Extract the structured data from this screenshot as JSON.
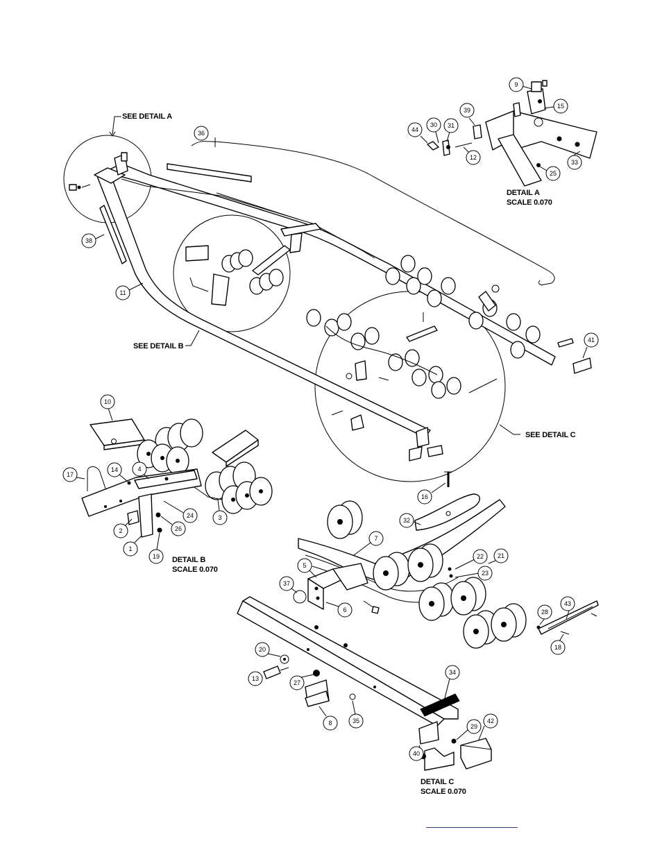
{
  "labels": {
    "see_detail_a": "SEE DETAIL  A",
    "see_detail_b": "SEE DETAIL  B",
    "see_detail_c": "SEE DETAIL  C",
    "detail_a_title": "DETAIL  A",
    "detail_a_scale": "SCALE  0.070",
    "detail_b_title": "DETAIL  B",
    "detail_b_scale": "SCALE  0.070",
    "detail_c_title": "DETAIL  C",
    "detail_c_scale": "SCALE  0.070"
  },
  "callouts": [
    {
      "n": "9"
    },
    {
      "n": "15"
    },
    {
      "n": "39"
    },
    {
      "n": "44"
    },
    {
      "n": "30"
    },
    {
      "n": "31"
    },
    {
      "n": "12"
    },
    {
      "n": "25"
    },
    {
      "n": "33"
    },
    {
      "n": "36"
    },
    {
      "n": "38"
    },
    {
      "n": "11"
    },
    {
      "n": "41"
    },
    {
      "n": "10"
    },
    {
      "n": "17"
    },
    {
      "n": "14"
    },
    {
      "n": "4"
    },
    {
      "n": "24"
    },
    {
      "n": "3"
    },
    {
      "n": "2"
    },
    {
      "n": "26"
    },
    {
      "n": "1"
    },
    {
      "n": "19"
    },
    {
      "n": "16"
    },
    {
      "n": "32"
    },
    {
      "n": "7"
    },
    {
      "n": "22"
    },
    {
      "n": "21"
    },
    {
      "n": "23"
    },
    {
      "n": "5"
    },
    {
      "n": "37"
    },
    {
      "n": "6"
    },
    {
      "n": "28"
    },
    {
      "n": "43"
    },
    {
      "n": "18"
    },
    {
      "n": "20"
    },
    {
      "n": "13"
    },
    {
      "n": "27"
    },
    {
      "n": "34"
    },
    {
      "n": "8"
    },
    {
      "n": "35"
    },
    {
      "n": "29"
    },
    {
      "n": "42"
    },
    {
      "n": "40"
    }
  ],
  "colors": {
    "ink": "#000000",
    "link": "#2233cc"
  }
}
